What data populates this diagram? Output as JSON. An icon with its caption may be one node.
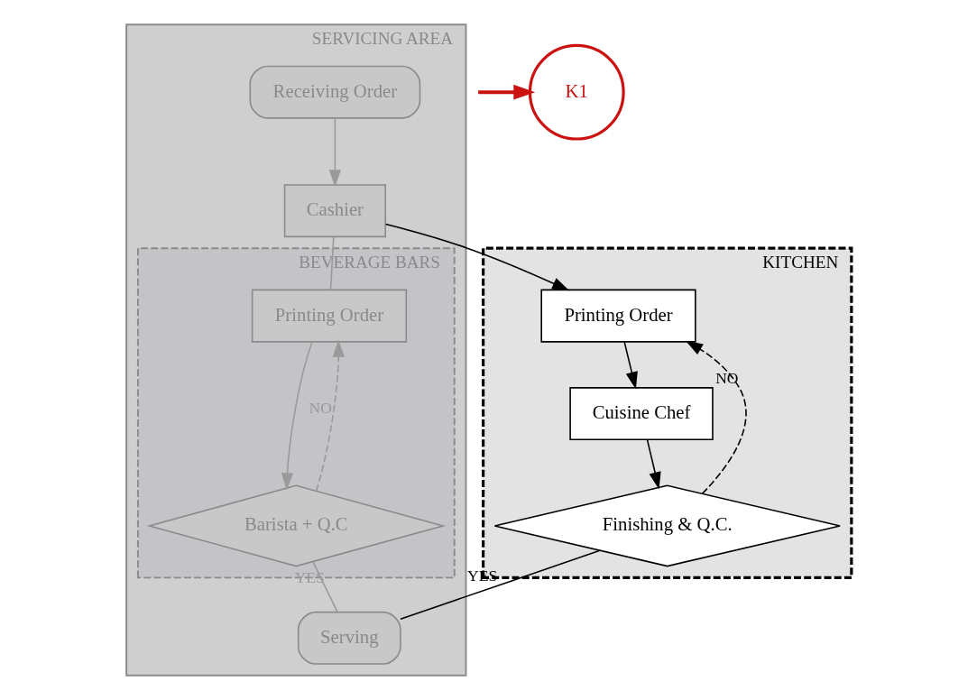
{
  "diagram": {
    "nodes": [
      {
        "text": [
          "SERVICING AREA"
        ]
      },
      {
        "text": [
          "Receiving Order"
        ],
        "in": 0
      },
      {
        "text": [
          "Cashier"
        ],
        "in": 0
      },
      {
        "text": [
          "BEVERAGE BARS"
        ],
        "in": 0
      },
      {
        "text": [
          "Printing Order"
        ],
        "in": 3
      },
      {
        "text": [
          "Barista + Q.C"
        ],
        "in": 3
      },
      {
        "text": [
          "Serving"
        ],
        "in": 0
      },
      {
        "text": [
          "KITCHEN"
        ]
      },
      {
        "text": [
          "Printing Order"
        ],
        "in": 7
      },
      {
        "text": [
          "Cuisine Chef"
        ],
        "in": 7
      },
      {
        "text": [
          "Finishing & Q.C."
        ],
        "in": 7
      },
      {
        "text": [
          "K1"
        ]
      }
    ],
    "edges": [
      {
        "from": 1,
        "to": 2,
        "arrow": "to",
        "color": "#9a9a9a"
      },
      {
        "from": 2,
        "to": 4,
        "arrow": "none",
        "color": "#9a9a9a"
      },
      {
        "from": 4,
        "to": 5,
        "arrow": "to",
        "color": "#9a9a9a"
      },
      {
        "from": 5,
        "to": 4,
        "arrow": "to",
        "label": "NO",
        "style": "dashed",
        "color": "#9a9a9a"
      },
      {
        "from": 5,
        "to": 6,
        "arrow": "none",
        "label": "YES",
        "color": "#9a9a9a"
      },
      {
        "from": 2,
        "to": 8,
        "arrow": "to",
        "color": "#000000"
      },
      {
        "from": 8,
        "to": 9,
        "arrow": "to",
        "color": "#000000"
      },
      {
        "from": 9,
        "to": 10,
        "arrow": "to",
        "color": "#000000"
      },
      {
        "from": 10,
        "to": 8,
        "arrow": "to",
        "label": "NO",
        "style": "dashed",
        "color": "#000000"
      },
      {
        "from": 10,
        "to": 6,
        "arrow": "none",
        "label": "YES",
        "color": "#000000"
      },
      {
        "from": null,
        "to": 11,
        "arrow": "to",
        "style": "thick",
        "color": "#cc1111"
      }
    ]
  }
}
